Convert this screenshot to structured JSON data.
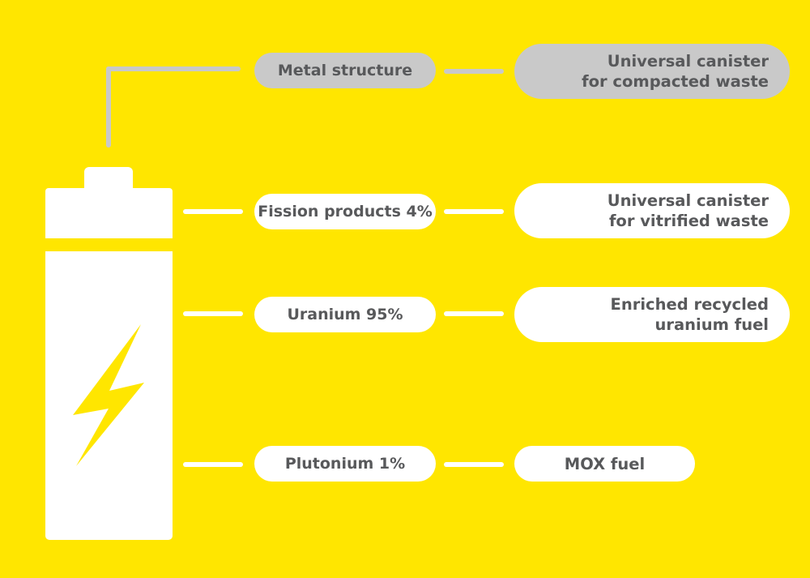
{
  "diagram": {
    "colors": {
      "background": "#FFE600",
      "battery": "#FFFFFF",
      "metal_pill": "#C9C9C9",
      "text": "#58595B",
      "bolt": "#FFE600"
    },
    "icon": "battery-icon",
    "rows": [
      {
        "component": "Metal structure",
        "destination_line1": "Universal canister",
        "destination_line2": "for compacted waste"
      },
      {
        "component": "Fission products 4%",
        "destination_line1": "Universal canister",
        "destination_line2": "for vitrified waste"
      },
      {
        "component": "Uranium 95%",
        "destination_line1": "Enriched recycled",
        "destination_line2": "uranium fuel"
      },
      {
        "component": "Plutonium 1%",
        "destination_line1": "MOX fuel"
      }
    ]
  }
}
